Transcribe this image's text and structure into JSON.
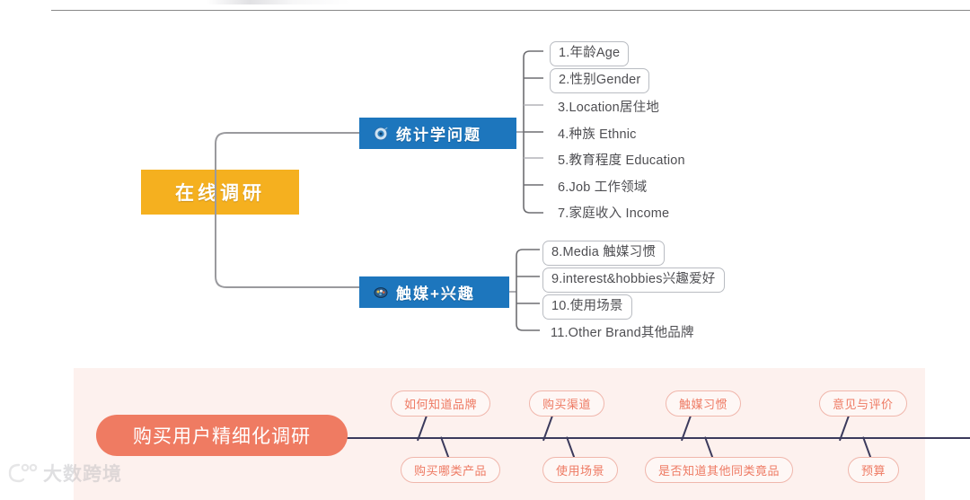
{
  "mindmap": {
    "root": {
      "label": "在线调研"
    },
    "branches": [
      {
        "label": "统计学问题",
        "icon": "target-eye-icon",
        "color": "#1d76bd",
        "children": [
          {
            "label": "1.年龄Age",
            "boxed": true
          },
          {
            "label": "2.性别Gender",
            "boxed": true
          },
          {
            "label": "3.Location居住地",
            "boxed": false
          },
          {
            "label": "4.种族 Ethnic",
            "boxed": false
          },
          {
            "label": "5.教育程度 Education",
            "boxed": false
          },
          {
            "label": "6.Job 工作领域",
            "boxed": false
          },
          {
            "label": "7.家庭收入 Income",
            "boxed": false
          }
        ]
      },
      {
        "label": "触媒+兴趣",
        "icon": "palette-icon",
        "color": "#1d76bd",
        "children": [
          {
            "label": "8.Media 触媒习惯",
            "boxed": true
          },
          {
            "label": "9.interest&hobbies兴趣爱好",
            "boxed": true
          },
          {
            "label": "10.使用场景",
            "boxed": true
          },
          {
            "label": "11.Other Brand其他品牌",
            "boxed": false
          }
        ]
      }
    ]
  },
  "fishbone": {
    "root": {
      "label": "购买用户精细化调研"
    },
    "top_ribs": [
      {
        "label": "如何知道品牌"
      },
      {
        "label": "购买渠道"
      },
      {
        "label": "触媒习惯"
      },
      {
        "label": "意见与评价"
      }
    ],
    "bottom_ribs": [
      {
        "label": "购买哪类产品"
      },
      {
        "label": "使用场景"
      },
      {
        "label": "是否知道其他同类竟品"
      },
      {
        "label": "预算"
      }
    ]
  },
  "watermark": {
    "label": "大数跨境"
  },
  "colors": {
    "root_orange": "#f5b01f",
    "branch_blue": "#1d76bd",
    "fish_coral": "#ef7b62",
    "fish_panel_bg": "#fdf1ee",
    "spine_navy": "#3b3a5c",
    "leaf_text": "#4e4e52"
  }
}
